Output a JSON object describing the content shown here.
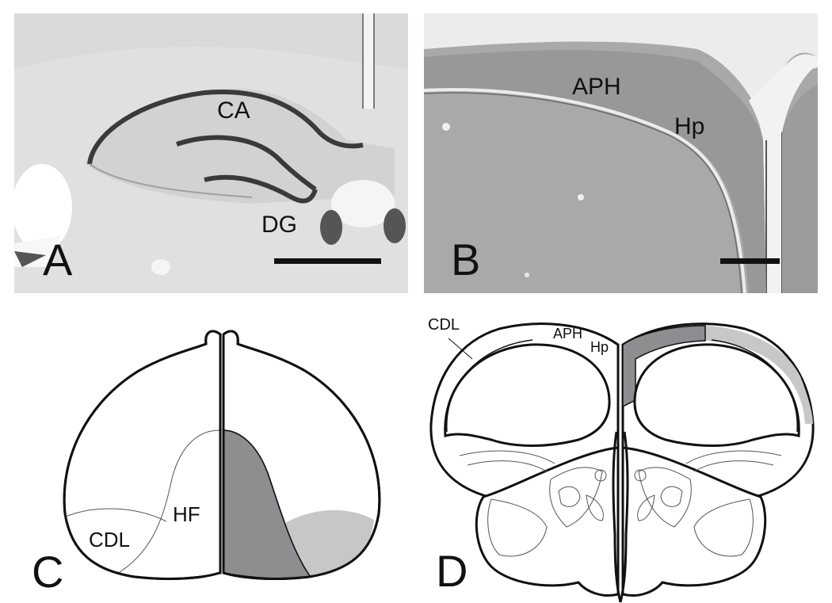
{
  "panels": {
    "A": {
      "letter": "A",
      "labels": {
        "ca": "CA",
        "dg": "DG"
      }
    },
    "B": {
      "letter": "B",
      "labels": {
        "aph": "APH",
        "hp": "Hp"
      }
    },
    "C": {
      "letter": "C",
      "labels": {
        "hf": "HF",
        "cdl": "CDL"
      },
      "region_colors": {
        "hf": "#8e8e90",
        "cdl": "#c7c7c8"
      }
    },
    "D": {
      "letter": "D",
      "labels": {
        "cdl": "CDL",
        "aph": "APH",
        "hp": "Hp"
      },
      "region_colors": {
        "hp_aph": "#8e8e90",
        "cdl": "#c7c7c8"
      }
    }
  }
}
